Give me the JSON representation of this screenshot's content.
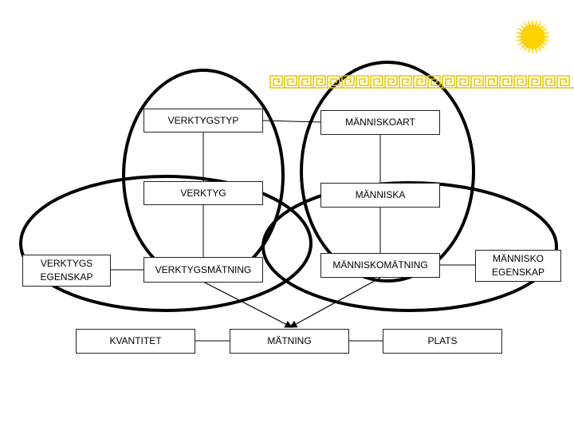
{
  "colors": {
    "sun": "#ffd200",
    "meander": "#e8c800",
    "line": "#000000",
    "box_border": "#222222"
  },
  "decor": {
    "sun_icon": "sun-icon",
    "border_icon": "greek-key-border"
  },
  "nodes": {
    "verktygstyp": "VERKTYGSTYP",
    "manniskoart": "MÄNNISKOART",
    "verktyg": "VERKTYG",
    "manniska": "MÄNNISKA",
    "verktygsmatning": "VERKTYGSMÄTNING",
    "manniskomatning": "MÄNNISKOMÄTNING",
    "verktygs_egenskap": "VERKTYGS\nEGENSKAP",
    "mannisko_egenskap": "MÄNNISKO\nEGENSKAP",
    "kvantitet": "KVANTITET",
    "matning": "MÄTNING",
    "plats": "PLATS"
  }
}
